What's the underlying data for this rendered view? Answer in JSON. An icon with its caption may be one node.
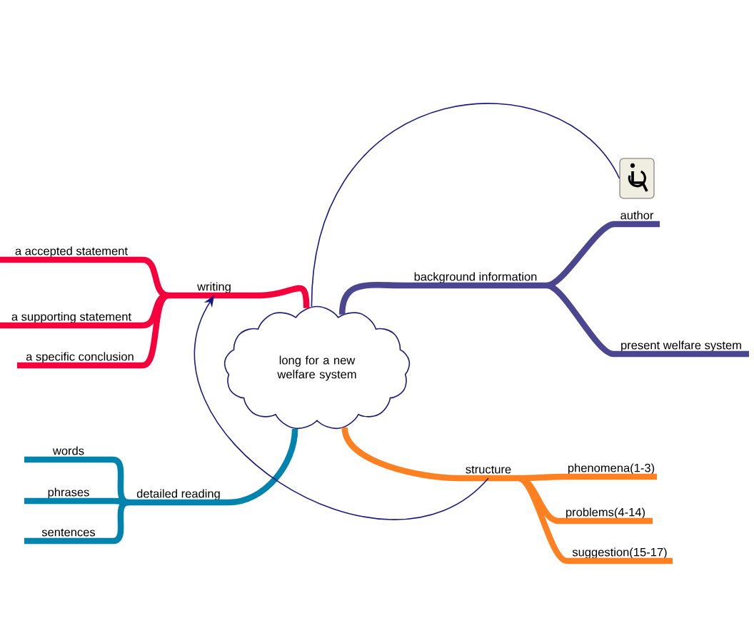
{
  "diagram": {
    "nodes": [
      {
        "text": [
          "long for a new welfare system"
        ]
      },
      {
        "text": [
          "writing"
        ]
      },
      {
        "text": [
          "a accepted statement"
        ]
      },
      {
        "text": [
          "a supporting statement"
        ]
      },
      {
        "text": [
          "a specific conclusion"
        ]
      },
      {
        "text": [
          "background information"
        ]
      },
      {
        "text": [
          "author"
        ]
      },
      {
        "text": [],
        "shape": "picture"
      },
      {
        "text": [
          "present welfare system"
        ]
      },
      {
        "text": [
          "detailed reading"
        ]
      },
      {
        "text": [
          "words"
        ]
      },
      {
        "text": [
          "phrases"
        ]
      },
      {
        "text": [
          "sentences"
        ]
      },
      {
        "text": [
          "structure"
        ]
      },
      {
        "text": [
          "phenomena(1-3)"
        ]
      },
      {
        "text": [
          "problems(4-14)"
        ]
      },
      {
        "text": [
          "suggestion(15-17)"
        ]
      }
    ],
    "edges": [
      {
        "from": 0,
        "to": 1,
        "arrow": "none",
        "color": "#f5003c"
      },
      {
        "from": 1,
        "to": 2,
        "arrow": "none",
        "color": "#f5003c"
      },
      {
        "from": 1,
        "to": 3,
        "arrow": "none",
        "color": "#f5003c"
      },
      {
        "from": 1,
        "to": 4,
        "arrow": "none",
        "color": "#f5003c"
      },
      {
        "from": 0,
        "to": 5,
        "arrow": "none",
        "color": "#4b468f"
      },
      {
        "from": 5,
        "to": 6,
        "arrow": "none",
        "color": "#4b468f"
      },
      {
        "from": 5,
        "to": 8,
        "arrow": "none",
        "color": "#4b468f"
      },
      {
        "from": 0,
        "to": 9,
        "arrow": "none",
        "color": "#0083ad"
      },
      {
        "from": 9,
        "to": 10,
        "arrow": "none",
        "color": "#0083ad"
      },
      {
        "from": 9,
        "to": 11,
        "arrow": "none",
        "color": "#0083ad"
      },
      {
        "from": 9,
        "to": 12,
        "arrow": "none",
        "color": "#0083ad"
      },
      {
        "from": 0,
        "to": 13,
        "arrow": "none",
        "color": "#ff8020"
      },
      {
        "from": 13,
        "to": 14,
        "arrow": "none",
        "color": "#ff8020"
      },
      {
        "from": 13,
        "to": 15,
        "arrow": "none",
        "color": "#ff8020"
      },
      {
        "from": 13,
        "to": 16,
        "arrow": "none",
        "color": "#ff8020"
      },
      {
        "from": 7,
        "to": 0,
        "arrow": "none",
        "color": "#1a1a80"
      },
      {
        "from": 13,
        "to": 1,
        "arrow": "to",
        "color": "#1a1a80"
      }
    ]
  }
}
